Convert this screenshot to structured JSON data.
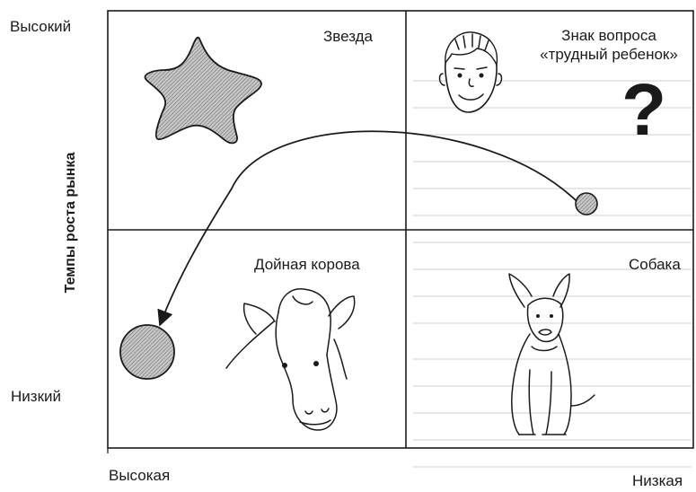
{
  "y_axis": {
    "title": "Темпы роста рынка",
    "high": "Высокий",
    "low": "Низкий"
  },
  "x_axis": {
    "high": "Высокая",
    "low": "Низкая"
  },
  "quadrants": {
    "star": "Звезда",
    "question_line1": "Знак вопроса",
    "question_line2": "«трудный ребенок»",
    "question_symbol": "?",
    "cash_cow": "Дойная корова",
    "dog": "Собака"
  },
  "colors": {
    "border": "#1a1a1a",
    "fill_pattern": "#9a9a9a"
  },
  "icons": [
    "star-icon",
    "child-face-icon",
    "question-mark-icon",
    "cow-icon",
    "dog-icon"
  ]
}
